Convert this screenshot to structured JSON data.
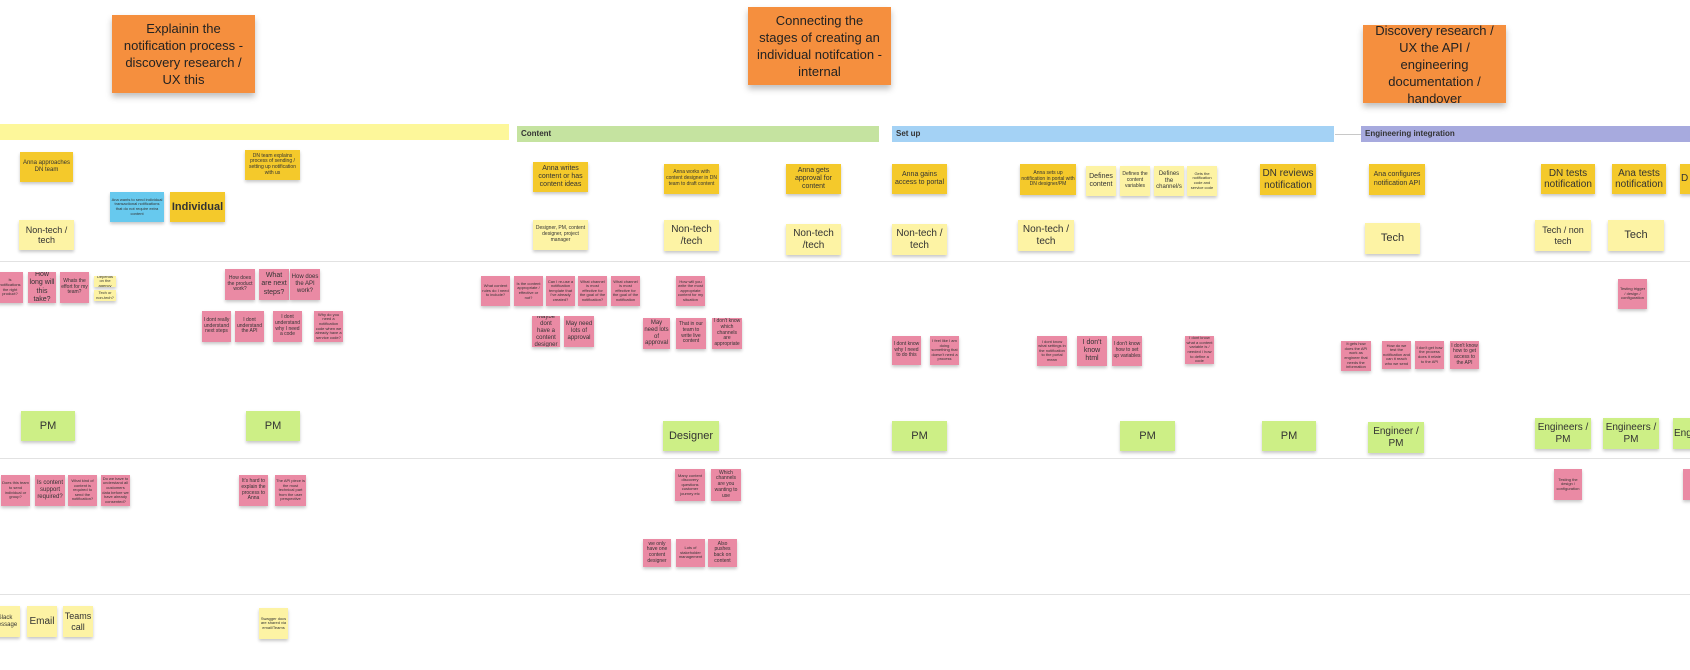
{
  "headers": {
    "h1": "Explainin the notification process - discovery research / UX this",
    "h2": "Connecting the stages of creating an individual notifcation - internal",
    "h3": "Discovery research / UX the API / engineering documentation / handover"
  },
  "bands": {
    "b1": "",
    "b2": "Content",
    "b3": "Set up",
    "b4": "Engineering integration"
  },
  "steps": {
    "anna_approaches": "Anna approaches DN team",
    "anna_wants": "Ana wants to send individual transactional notifications that do not require extra content",
    "individual": "Individual",
    "dn_explains": "DN team explains process of sending / setting up notification with us",
    "anna_writes": "Anna writes content or has content ideas",
    "anna_works": "Anna works with content designer in DN team to draft content",
    "anna_gets": "Anna gets approval for content",
    "anna_gains": "Anna gains access to portal",
    "anna_sets": "Anna sets up notification in portal with DN designer/PM",
    "defines_content": "Defines content",
    "defines_variables": "Defines the content variables",
    "defines_channels": "Defines the channel/s",
    "gets_ids": "Gets the notification code and service code",
    "dn_reviews": "DN reviews notification",
    "ana_configures": "Ana configures notification API",
    "dn_tests": "DN tests notification",
    "ana_tests": "Ana tests notification",
    "d_cut": "D n"
  },
  "roles": {
    "r1": "Non-tech / tech",
    "r2": "Designer, PM, content designer, project manager",
    "r3": "Non-tech /tech",
    "r4": "Non-tech /tech",
    "r5": "Non-tech / tech",
    "r6": "Non-tech / tech",
    "r7": "Tech",
    "r8": "Tech / non tech",
    "r9": "Tech"
  },
  "user_q": {
    "q1": "Is notifications the right product?",
    "q2": "How long will this take?",
    "q3": "Whats the effort for my team?",
    "q4": "Depends on the agency",
    "q5": "Tech or non-tech?",
    "q6": "How does the product work?",
    "q7": "What are next steps?",
    "q8": "How does the API work?",
    "q9": "I dont really understand next steps",
    "q10": "I dont understand the API",
    "q11": "I dont understand why I need a code",
    "q12": "Why do you need a notification code when we already have a service code?",
    "q13": "What content rules do I need to include?",
    "q14": "Is the content appropriate / effective or not?",
    "q15": "Can I re-use a notification template that I've already created?",
    "q16": "What channel is most effective for the goal of the notification?",
    "q17": "What channel is most effective for the goal of the notification",
    "q18": "How will you write the most appropriate content for my situation",
    "q19": "Maybe dont have a content designer",
    "q20": "May need lots of approval",
    "q21": "May need lots of approval",
    "q22": "That in our team to write live content",
    "q23": "I don't know which channels are appropriate",
    "q24": "I dont know why I need to do this",
    "q25": "I feel like I am doing something that doesn't need a process",
    "q26": "I dont know what settings in the notification to the portal mean",
    "q27": "I don't know html",
    "q28": "I don't know how to set up variables",
    "q29": "I dont know what a content variable is / needed / how to define a code",
    "q30": "It gets how does the API work as engineer that needs the information",
    "q31": "How do we test the notification and can it reach who we send",
    "q32": "I don't get how the process does it relate to the API",
    "q33": "I don't know how to get access to the API",
    "q34": "Testing trigger / design / configuration"
  },
  "team_roles": {
    "t1": "PM",
    "t2": "PM",
    "t3": "Designer",
    "t4": "PM",
    "t5": "PM",
    "t6": "PM",
    "t7": "Engineer / PM",
    "t8": "Engineers / PM",
    "t9": "Engineers / PM",
    "t10": "Engi"
  },
  "team_q": {
    "p1": "Does this team to send individual or group?",
    "p2": "Is content support required?",
    "p3": "What kind of content is required to send the notification?",
    "p4": "Do we have to understand all customers data before we have already consented?",
    "p5": "It's hard to explain the process to Anna",
    "p6": "The API piece is the most technical part from the user perspective",
    "p7": "Many content discovery questions customer journey etc",
    "p8": "Which channels are you wanting to use",
    "p9": "we only have one content designer",
    "p10": "Lots of stakeholder management",
    "p11": "Also pushes back on content",
    "p12": "Testing the design / configuration",
    "p13": "..."
  },
  "channels": {
    "c1": "Slack message",
    "c2": "Email",
    "c3": "Teams call",
    "c4": "Swagger docs are shared via email/Teams"
  },
  "colors": {
    "orange": "#f58f3e",
    "band_yellow": "#fdf79a",
    "band_green": "#c5e3a0",
    "band_blue": "#a4d2f5",
    "band_purple": "#a7aade",
    "sticky_dark_yellow": "#f4c92b",
    "sticky_light_yellow": "#fdf3a4",
    "sticky_pink": "#ea8aa4",
    "sticky_green": "#cdef86",
    "sticky_blue": "#67c9ee"
  }
}
